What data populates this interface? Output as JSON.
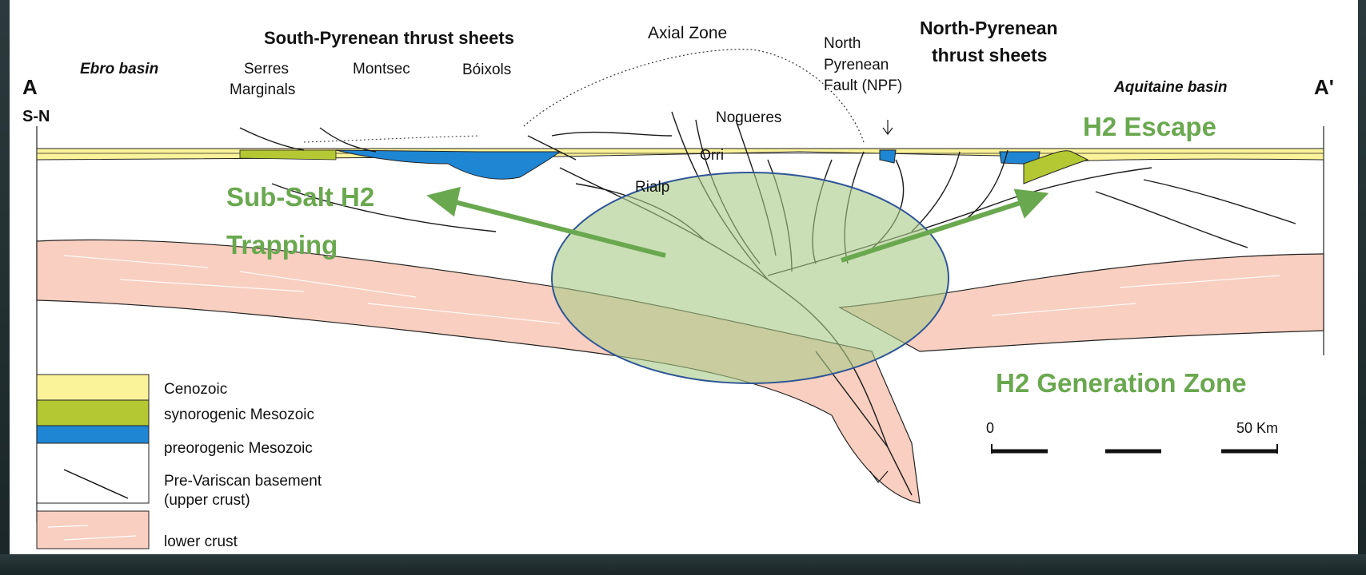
{
  "header_labels": {
    "south_thrust": "South-Pyrenean thrust sheets",
    "axial_zone": "Axial Zone",
    "north_pyrenean_1": "North",
    "north_pyrenean_2": "Pyrenean",
    "npf": "Fault (NPF)",
    "north_thrust_1": "North-Pyrenean",
    "north_thrust_2": "thrust sheets",
    "ebro": "Ebro basin",
    "serres_1": "Serres",
    "serres_2": "Marginals",
    "montsec": "Montsec",
    "boixols": "Bóixols",
    "aquitaine": "Aquitaine basin",
    "a_left": "A",
    "sn": "S-N",
    "a_right": "A'",
    "nogueres": "Nogueres",
    "orri": "Orri",
    "rialp": "Rialp"
  },
  "annotations": {
    "h2_escape": "H2 Escape",
    "subsalt_1": "Sub-Salt H2",
    "subsalt_2": "Trapping",
    "generation_zone": "H2 Generation Zone"
  },
  "legend": {
    "items": [
      {
        "label": "Cenozoic",
        "color": "#fbf39a"
      },
      {
        "label": "synorogenic Mesozoic",
        "color": "#b3c832"
      },
      {
        "label": "preorogenic Mesozoic",
        "color": "#1f86d4"
      },
      {
        "label": "Pre-Variscan basement",
        "label2": "(upper crust)",
        "color": "#ffffff"
      },
      {
        "label": "lower crust",
        "color": "#f8cfc0"
      }
    ]
  },
  "scale_bar": {
    "start": "0",
    "end": "50 Km"
  },
  "colors": {
    "cenozoic": "#fbf39a",
    "synorogenic": "#b3c832",
    "preorogenic": "#1f86d4",
    "lower_crust": "#f8cfc0",
    "annotation_green": "#6aa84f",
    "generation_ellipse": "#a9c987"
  }
}
